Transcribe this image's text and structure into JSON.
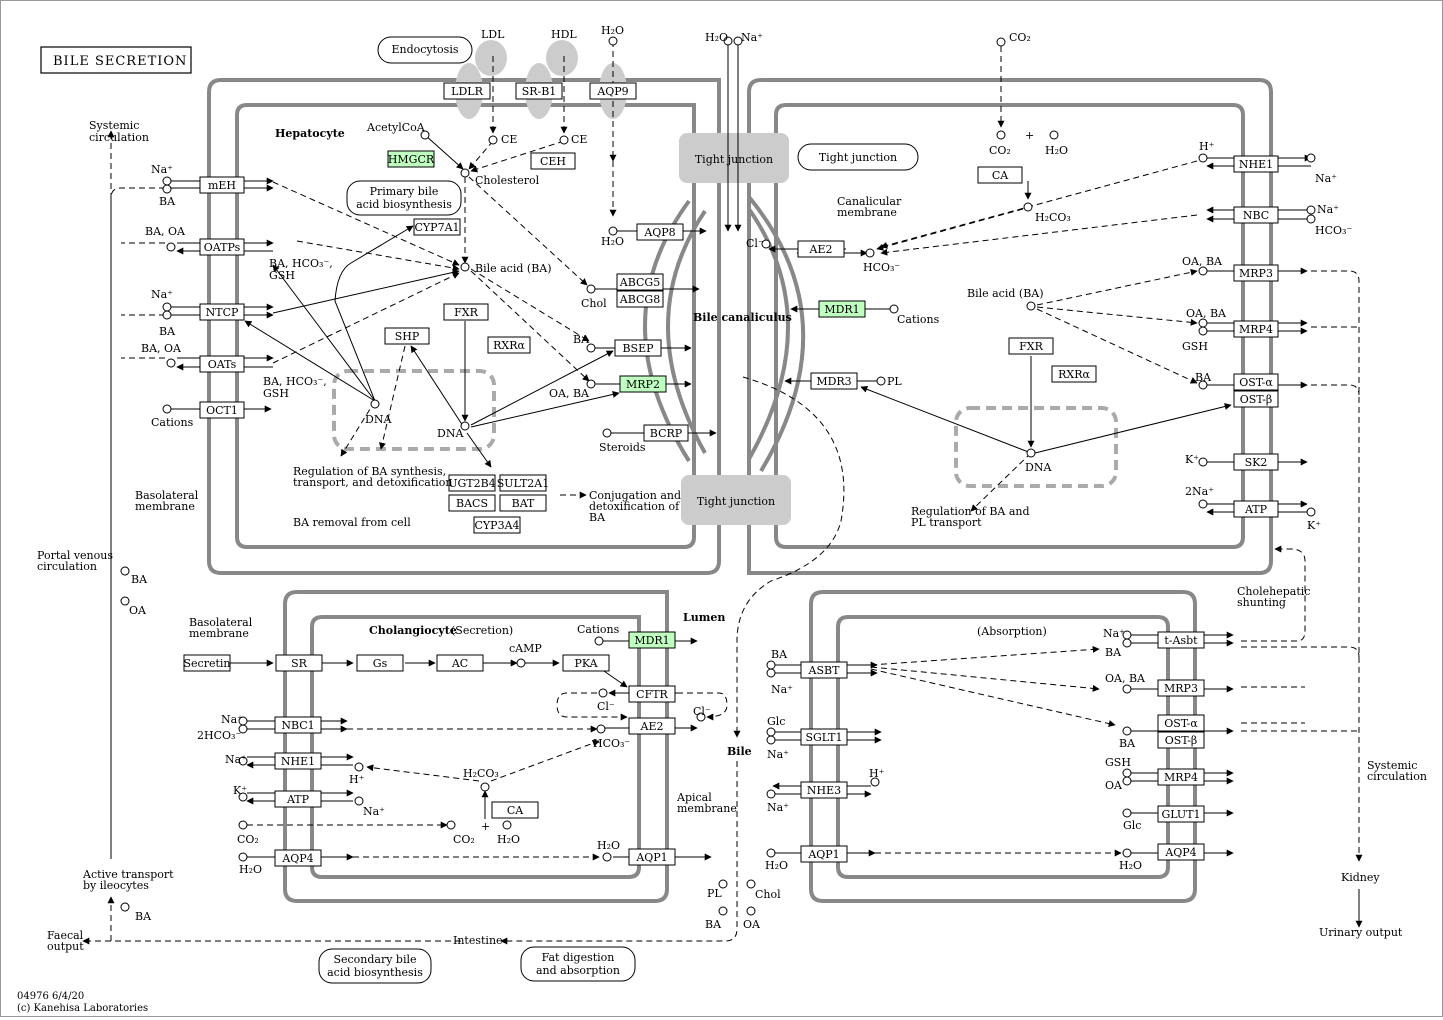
{
  "title": "BILE SECRETION",
  "footer": {
    "line1": "04976 6/4/20",
    "line2": "(c) Kanehisa Laboratories"
  },
  "colors": {
    "highlight": "#bfffbf",
    "membrane": "#888888",
    "junction": "#cccccc"
  },
  "genes": [
    {
      "id": "LDLR",
      "label": "LDLR",
      "hl": false
    },
    {
      "id": "SR-B1",
      "label": "SR-B1",
      "hl": false
    },
    {
      "id": "AQP9",
      "label": "AQP9",
      "hl": false
    },
    {
      "id": "HMGCR",
      "label": "HMGCR",
      "hl": true
    },
    {
      "id": "CEH",
      "label": "CEH",
      "hl": false
    },
    {
      "id": "mEH",
      "label": "mEH",
      "hl": false
    },
    {
      "id": "OATPs",
      "label": "OATPs",
      "hl": false
    },
    {
      "id": "NTCP",
      "label": "NTCP",
      "hl": false
    },
    {
      "id": "OATs",
      "label": "OATs",
      "hl": false
    },
    {
      "id": "OCT1",
      "label": "OCT1",
      "hl": false
    },
    {
      "id": "CYP7A1",
      "label": "CYP7A1",
      "hl": false
    },
    {
      "id": "FXR-h",
      "label": "FXR",
      "hl": false
    },
    {
      "id": "SHP",
      "label": "SHP",
      "hl": false
    },
    {
      "id": "RXRa-h",
      "label": "RXRα",
      "hl": false
    },
    {
      "id": "AQP8",
      "label": "AQP8",
      "hl": false
    },
    {
      "id": "ABCG5",
      "label": "ABCG5",
      "hl": false
    },
    {
      "id": "ABCG8",
      "label": "ABCG8",
      "hl": false
    },
    {
      "id": "BSEP",
      "label": "BSEP",
      "hl": false
    },
    {
      "id": "MRP2",
      "label": "MRP2",
      "hl": true
    },
    {
      "id": "BCRP",
      "label": "BCRP",
      "hl": false
    },
    {
      "id": "UGT2B4",
      "label": "UGT2B4",
      "hl": false
    },
    {
      "id": "SULT2A1",
      "label": "SULT2A1",
      "hl": false
    },
    {
      "id": "BACS",
      "label": "BACS",
      "hl": false
    },
    {
      "id": "BAT",
      "label": "BAT",
      "hl": false
    },
    {
      "id": "CYP3A4",
      "label": "CYP3A4",
      "hl": false
    },
    {
      "id": "AE2-h",
      "label": "AE2",
      "hl": false
    },
    {
      "id": "MDR1-h",
      "label": "MDR1",
      "hl": true
    },
    {
      "id": "MDR3",
      "label": "MDR3",
      "hl": false
    },
    {
      "id": "CA-h",
      "label": "CA",
      "hl": false
    },
    {
      "id": "FXR-r",
      "label": "FXR",
      "hl": false
    },
    {
      "id": "RXRa-r",
      "label": "RXRα",
      "hl": false
    },
    {
      "id": "NHE1-r",
      "label": "NHE1",
      "hl": false
    },
    {
      "id": "NBC-r",
      "label": "NBC",
      "hl": false
    },
    {
      "id": "MRP3-r",
      "label": "MRP3",
      "hl": false
    },
    {
      "id": "MRP4-r",
      "label": "MRP4",
      "hl": false
    },
    {
      "id": "OSTa-r",
      "label": "OST-α",
      "hl": false
    },
    {
      "id": "OSTb-r",
      "label": "OST-β",
      "hl": false
    },
    {
      "id": "SK2",
      "label": "SK2",
      "hl": false
    },
    {
      "id": "ATP-r",
      "label": "ATP",
      "hl": false
    },
    {
      "id": "Secretin",
      "label": "Secretin",
      "hl": false
    },
    {
      "id": "SR",
      "label": "SR",
      "hl": false
    },
    {
      "id": "Gs",
      "label": "Gs",
      "hl": false
    },
    {
      "id": "AC",
      "label": "AC",
      "hl": false
    },
    {
      "id": "PKA",
      "label": "PKA",
      "hl": false
    },
    {
      "id": "MDR1-c",
      "label": "MDR1",
      "hl": true
    },
    {
      "id": "CFTR",
      "label": "CFTR",
      "hl": false
    },
    {
      "id": "AE2-c",
      "label": "AE2",
      "hl": false
    },
    {
      "id": "NBC1",
      "label": "NBC1",
      "hl": false
    },
    {
      "id": "NHE1-c",
      "label": "NHE1",
      "hl": false
    },
    {
      "id": "ATP-c",
      "label": "ATP",
      "hl": false
    },
    {
      "id": "CA-c",
      "label": "CA",
      "hl": false
    },
    {
      "id": "AQP4-c",
      "label": "AQP4",
      "hl": false
    },
    {
      "id": "AQP1-c",
      "label": "AQP1",
      "hl": false
    },
    {
      "id": "ASBT",
      "label": "ASBT",
      "hl": false
    },
    {
      "id": "SGLT1",
      "label": "SGLT1",
      "hl": false
    },
    {
      "id": "NHE3",
      "label": "NHE3",
      "hl": false
    },
    {
      "id": "AQP1-b",
      "label": "AQP1",
      "hl": false
    },
    {
      "id": "tAsbt",
      "label": "t-Asbt",
      "hl": false
    },
    {
      "id": "MRP3-b",
      "label": "MRP3",
      "hl": false
    },
    {
      "id": "OSTa-b",
      "label": "OST-α",
      "hl": false
    },
    {
      "id": "OSTb-b",
      "label": "OST-β",
      "hl": false
    },
    {
      "id": "MRP4-b",
      "label": "MRP4",
      "hl": false
    },
    {
      "id": "GLUT1",
      "label": "GLUT1",
      "hl": false
    },
    {
      "id": "AQP4-b",
      "label": "AQP4",
      "hl": false
    }
  ],
  "maps": [
    {
      "id": "endocytosis",
      "label": "Endocytosis"
    },
    {
      "id": "primary-bile",
      "label": "Primary bile acid biosynthesis"
    },
    {
      "id": "tj1",
      "label": "Tight junction"
    },
    {
      "id": "tj2",
      "label": "Tight junction"
    },
    {
      "id": "tj3",
      "label": "Tight junction"
    },
    {
      "id": "secondary-bile",
      "label": "Secondary bile acid biosynthesis"
    },
    {
      "id": "fat-digestion",
      "label": "Fat digestion and absorption"
    }
  ],
  "texts": [
    {
      "id": "LDL",
      "label": "LDL"
    },
    {
      "id": "HDL",
      "label": "HDL"
    },
    {
      "id": "H2O-top",
      "label": "H₂O"
    },
    {
      "id": "Hepatocyte",
      "label": "Hepatocyte"
    },
    {
      "id": "AcetylCoA",
      "label": "AcetylCoA"
    },
    {
      "id": "Cholesterol",
      "label": "Cholesterol"
    },
    {
      "id": "CE1",
      "label": "CE"
    },
    {
      "id": "CE2",
      "label": "CE"
    },
    {
      "id": "BileAcid-h",
      "label": "Bile acid (BA)"
    },
    {
      "id": "Chol",
      "label": "Chol"
    },
    {
      "id": "DNA1",
      "label": "DNA"
    },
    {
      "id": "DNA2",
      "label": "DNA"
    },
    {
      "id": "DNA3",
      "label": "DNA"
    },
    {
      "id": "RegBA",
      "label": "Regulation of BA synthesis, transport, and detoxification"
    },
    {
      "id": "BAremoval",
      "label": "BA removal from cell"
    },
    {
      "id": "Conj",
      "label": "Conjugation and detoxification of BA"
    },
    {
      "id": "BileCanaliculus",
      "label": "Bile canaliculus"
    },
    {
      "id": "CanMem",
      "label": "Canalicular membrane"
    },
    {
      "id": "BileAcid-r",
      "label": "Bile acid (BA)"
    },
    {
      "id": "RegBAPL",
      "label": "Regulation of BA and PL transport"
    },
    {
      "id": "Systemic1",
      "label": "Systemic circulation"
    },
    {
      "id": "Portal",
      "label": "Portal venous circulation"
    },
    {
      "id": "BasoMem1",
      "label": "Basolateral membrane"
    },
    {
      "id": "BasoMem2",
      "label": "Basolateral membrane"
    },
    {
      "id": "Cholangiocyte",
      "label": "Cholangiocyte"
    },
    {
      "id": "Secretion",
      "label": "(Secretion)"
    },
    {
      "id": "Absorption",
      "label": "(Absorption)"
    },
    {
      "id": "Lumen",
      "label": "Lumen"
    },
    {
      "id": "Bile",
      "label": "Bile"
    },
    {
      "id": "ApicalMem",
      "label": "Apical membrane"
    },
    {
      "id": "CholeShunt",
      "label": "Cholehepatic shunting"
    },
    {
      "id": "Systemic2",
      "label": "Systemic circulation"
    },
    {
      "id": "Kidney",
      "label": "Kidney"
    },
    {
      "id": "Urinary",
      "label": "Urinary output"
    },
    {
      "id": "ActiveTransport",
      "label": "Active transport by ileocytes"
    },
    {
      "id": "Faecal",
      "label": "Faecal output"
    },
    {
      "id": "Intestine",
      "label": "Intestine"
    }
  ]
}
